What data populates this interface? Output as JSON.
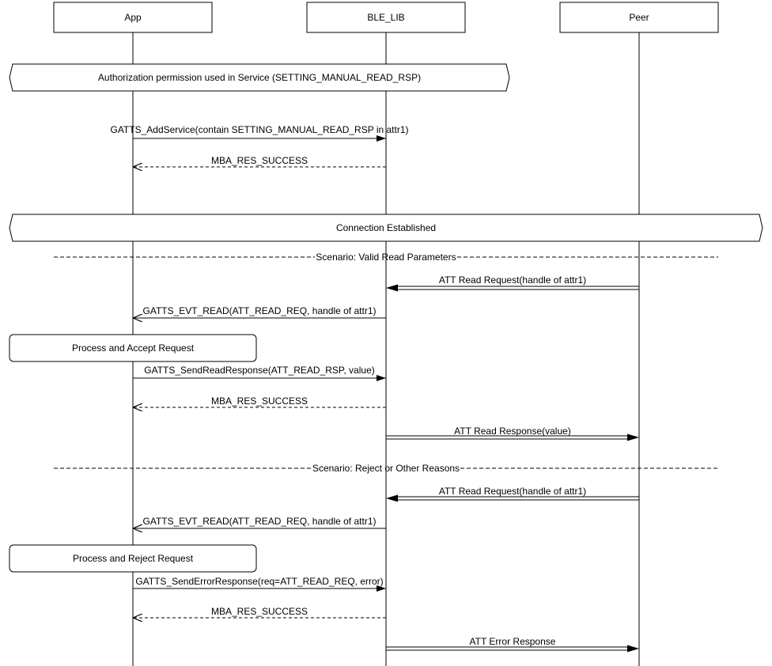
{
  "participants": {
    "app": "App",
    "ble_lib": "BLE_LIB",
    "peer": "Peer"
  },
  "notes": {
    "authorization": "Authorization permission used in Service (SETTING_MANUAL_READ_RSP)",
    "connection": "Connection Established",
    "accept": "Process and Accept Request",
    "reject": "Process and Reject Request"
  },
  "scenarios": {
    "valid": "Scenario: Valid Read Parameters",
    "reject": "Scenario: Reject or Other Reasons"
  },
  "messages": {
    "add_service": "GATTS_AddService(contain SETTING_MANUAL_READ_RSP in attr1)",
    "res_success_1": "MBA_RES_SUCCESS",
    "att_read_request_1": "ATT Read Request(handle of attr1)",
    "evt_read_1": "GATTS_EVT_READ(ATT_READ_REQ, handle of attr1)",
    "send_read_response": "GATTS_SendReadResponse(ATT_READ_RSP, value)",
    "res_success_2": "MBA_RES_SUCCESS",
    "att_read_response": "ATT Read Response(value)",
    "att_read_request_2": "ATT Read Request(handle of attr1)",
    "evt_read_2": "GATTS_EVT_READ(ATT_READ_REQ, handle of attr1)",
    "send_error_response": "GATTS_SendErrorResponse(req=ATT_READ_REQ, error)",
    "res_success_3": "MBA_RES_SUCCESS",
    "att_error_response": "ATT Error Response"
  }
}
